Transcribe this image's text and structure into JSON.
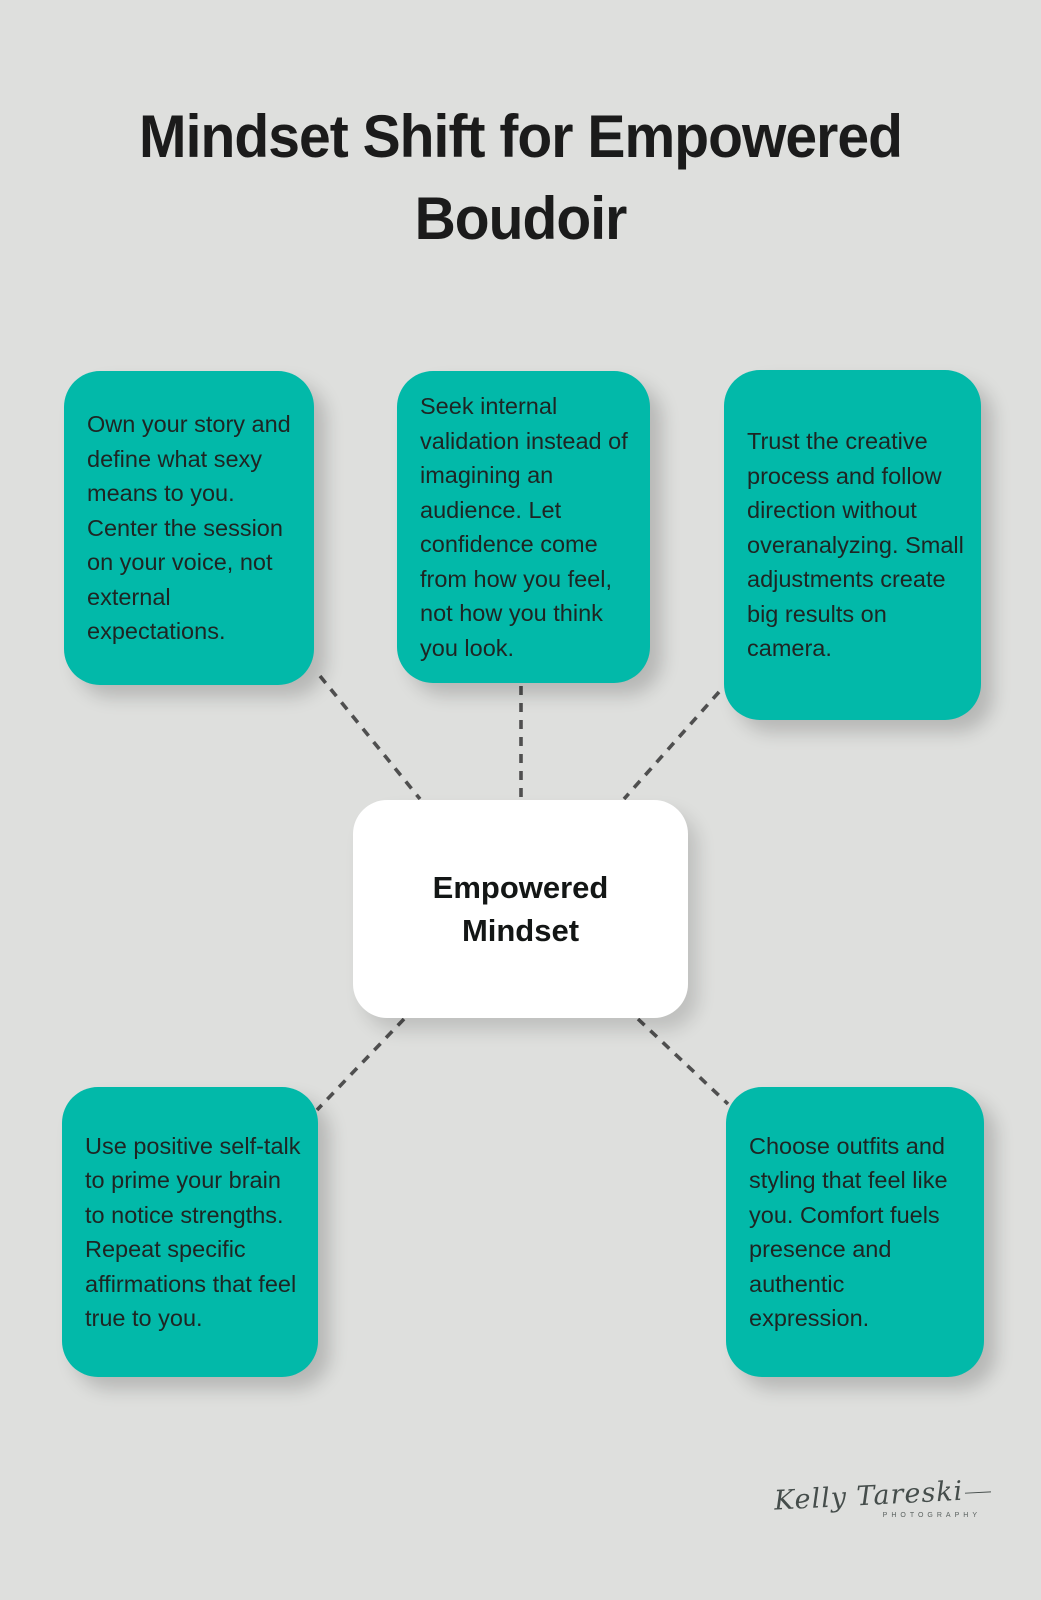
{
  "page": {
    "background_color": "#dedfdd",
    "accent_color": "#02b9a9",
    "connector_color": "#4f4f4f",
    "title_lines": [
      "Mindset Shift for Empowered",
      "Boudoir"
    ]
  },
  "center_node": {
    "label": "Empowered Mindset"
  },
  "nodes": [
    {
      "id": "top-left",
      "text": "Own your story and define what sexy means to you. Center the session on your voice, not external expectations."
    },
    {
      "id": "top-middle",
      "text": "Seek internal validation instead of imagining an audience. Let confidence come from how you feel, not how you think you look."
    },
    {
      "id": "top-right",
      "text": "Trust the creative process and follow direction without overanalyzing. Small adjustments create big results on camera."
    },
    {
      "id": "bottom-left",
      "text": "Use positive self-talk to prime your brain to notice strengths. Repeat specific affirmations that feel true to you."
    },
    {
      "id": "bottom-right",
      "text": "Choose outfits and styling that feel like you. Comfort fuels presence and authentic expression."
    }
  ],
  "signature": {
    "name": "Kelly Tareski",
    "subtitle": "PHOTOGRAPHY"
  }
}
